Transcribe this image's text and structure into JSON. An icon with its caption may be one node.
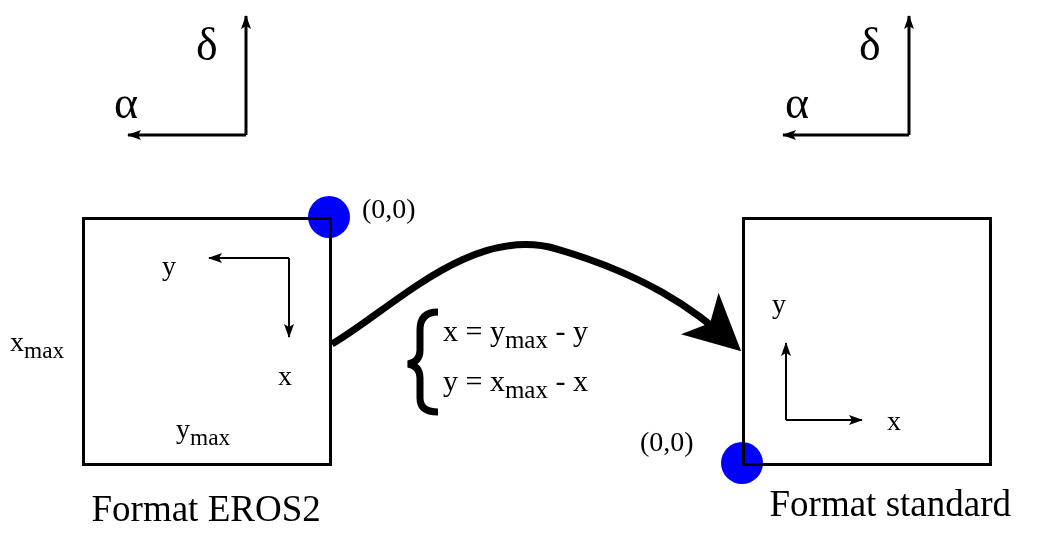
{
  "diagram": {
    "nodes": [
      {
        "text": [],
        "shape": "box",
        "beside": [
          "Format EROS2"
        ]
      },
      {
        "text": [],
        "shape": "box",
        "beside": [
          "Format standard"
        ]
      }
    ],
    "edges": [
      {
        "from": 0,
        "to": 1,
        "arrow": "to"
      }
    ],
    "labels": [
      "δ",
      "α",
      "δ",
      "α",
      "(0,0)",
      "y",
      "x$_{max}$",
      "x",
      "x = y$_{max}$ - y",
      "y = x$_{max}$ - x",
      "y",
      "x",
      "y$_{max}$",
      "(0,0)"
    ]
  }
}
